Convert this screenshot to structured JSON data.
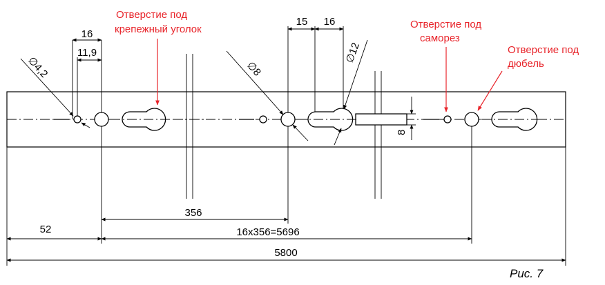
{
  "figure": {
    "caption": "Рис. 7",
    "callouts": {
      "bracket_hole": "Отверстие под крепежный уголок",
      "bracket_hole_line1": "Отверстие под",
      "bracket_hole_line2": "крепежный уголок",
      "screw_hole_line1": "Отверстие под",
      "screw_hole_line2": "саморез",
      "dowel_hole_line1": "Отверстие под",
      "dowel_hole_line2": "дюбель"
    },
    "dimensions": {
      "d_16_left": "16",
      "d_11_9": "11,9",
      "d_phi_4_2": "∅4,2",
      "d_phi_8": "∅8",
      "d_15": "15",
      "d_16_right": "16",
      "d_phi_12": "∅12",
      "d_8": "8",
      "d_356": "356",
      "d_52": "52",
      "d_chain": "16x356=5696",
      "d_total": "5800"
    },
    "colors": {
      "callout": "#e8242a",
      "line": "#000000"
    }
  }
}
